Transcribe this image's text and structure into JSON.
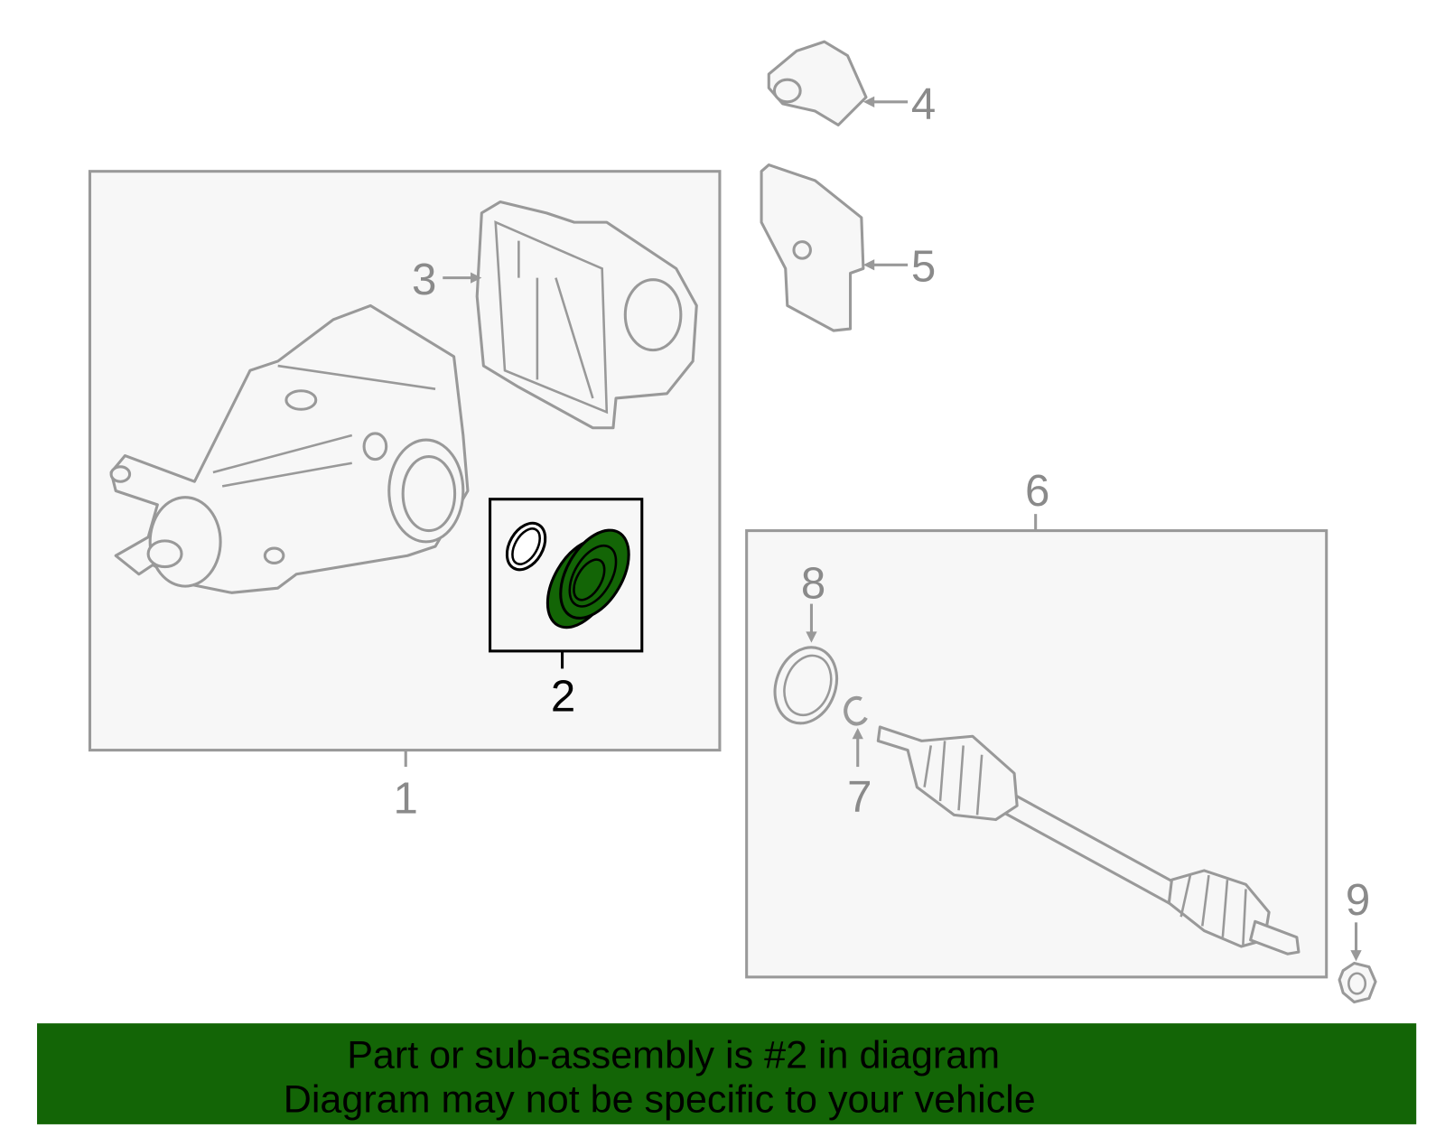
{
  "callouts": {
    "c1": "1",
    "c2": "2",
    "c3": "3",
    "c4": "4",
    "c5": "5",
    "c6": "6",
    "c7": "7",
    "c8": "8",
    "c9": "9"
  },
  "banner": {
    "line1": "Part or sub-assembly is #2 in diagram",
    "line2": "Diagram may not be specific to your vehicle",
    "color": "#136506"
  },
  "highlight_color": "#136506"
}
